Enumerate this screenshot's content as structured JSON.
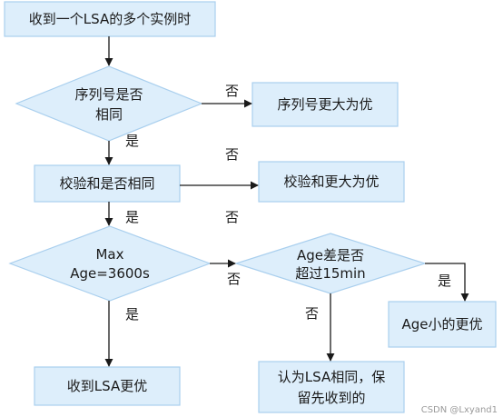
{
  "nodes": {
    "receive": "收到一个LSA的多个实例时",
    "seq_same": [
      "序列号是否",
      "相同"
    ],
    "seq_larger": "序列号更大为优",
    "checksum_same": "校验和是否相同",
    "checksum_larger": "校验和更大为优",
    "max_age": [
      "Max",
      "Age=3600s"
    ],
    "age_diff": [
      "Age差是否",
      "超过15min"
    ],
    "age_smaller": "Age小的更优",
    "receive_lsa_better": "收到LSA更优",
    "treat_same": [
      "认为LSA相同，保",
      "留先收到的"
    ]
  },
  "labels": {
    "yes": "是",
    "no": "否"
  },
  "watermark": "CSDN @Lxyand1"
}
